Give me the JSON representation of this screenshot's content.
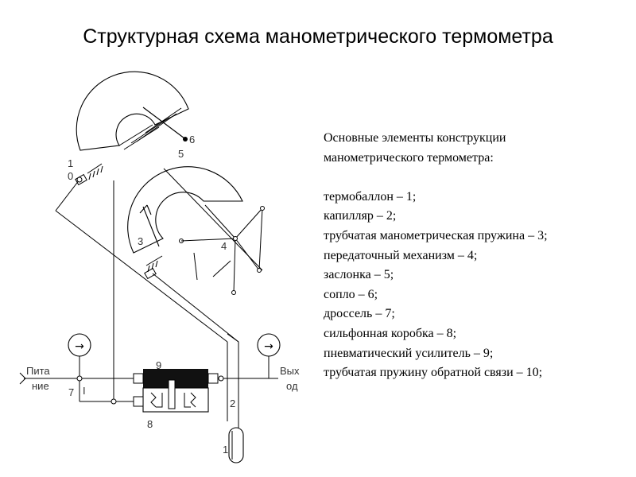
{
  "title": "Структурная схема манометрического термометра",
  "description": {
    "heading": [
      "Основные элементы конструкции",
      "манометрического термометра:"
    ],
    "items": [
      "термобаллон – 1;",
      "капилляр – 2;",
      "трубчатая манометрическая пружина – 3;",
      "передаточный механизм – 4;",
      "заслонка – 5;",
      "сопло – 6;",
      "дроссель – 7;",
      "сильфонная коробка – 8;",
      "пневматический усилитель – 9;",
      "трубчатая пружину обратной связи – 10;"
    ]
  },
  "diagram": {
    "labels": {
      "n1": "1",
      "n0": "0",
      "n2": "2",
      "n3": "3",
      "n4": "4",
      "n5": "5",
      "n6": "6",
      "n7": "7",
      "n8": "8",
      "n9": "9",
      "n1_bottom": "1",
      "inlet_a": "Пита",
      "inlet_b": "ние",
      "outlet_a": "Вых",
      "outlet_b": "од",
      "choke_mark": "I"
    },
    "gauge_arrow": "→"
  }
}
